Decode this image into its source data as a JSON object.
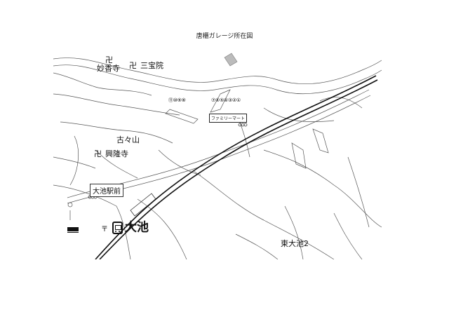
{
  "title": "唐櫃ガレージ所在図",
  "labels": {
    "myokou_ji": "妙香寺",
    "sanpou_in": "三宝院",
    "kokoyama": "古々山",
    "kouryu_ji": "興隆寺",
    "ooike_ekimae": "大池駅前",
    "ooike_station": "大池",
    "higashi_ooike": "東大池2",
    "family_mart": "ファミリーマート",
    "lots_left": "⑪⑩⑨⑧",
    "lots_right": "⑦⑥⑤④③②①",
    "manji": "卍",
    "postal": "〒"
  },
  "colors": {
    "line": "#444444",
    "rail": "#111111",
    "background": "#ffffff"
  },
  "icons": [
    "temple-manji-icon",
    "train-station-icon",
    "post-office-icon",
    "bus-stop-icon",
    "convenience-store-icon"
  ]
}
